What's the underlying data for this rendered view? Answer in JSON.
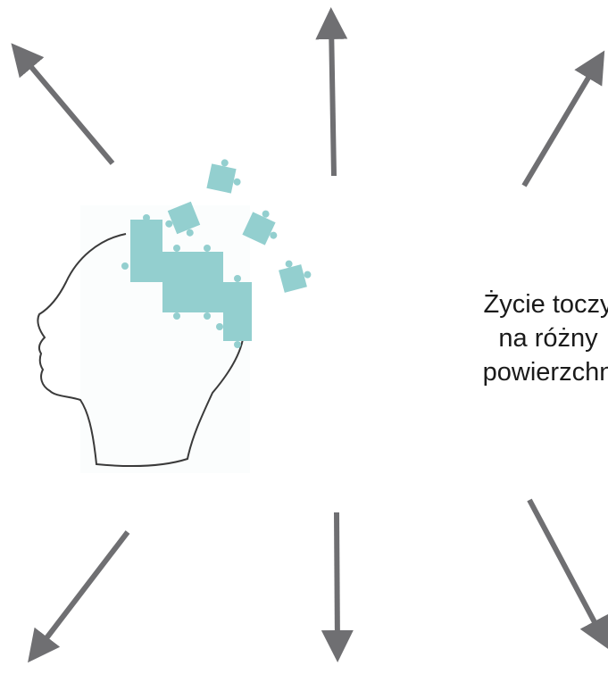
{
  "colors": {
    "arrow": "#6f6f72",
    "puzzle": "#93cfcf",
    "puzzle_dark": "#7cc3c3",
    "outline": "#3a3a3a",
    "text": "#1a1a1a"
  },
  "caption": {
    "line1": "Życie toczy",
    "line2": "na różny",
    "line3": "powierzchn"
  },
  "icons": {
    "head": "head-with-puzzle-icon",
    "arrow": "arrow-icon"
  }
}
